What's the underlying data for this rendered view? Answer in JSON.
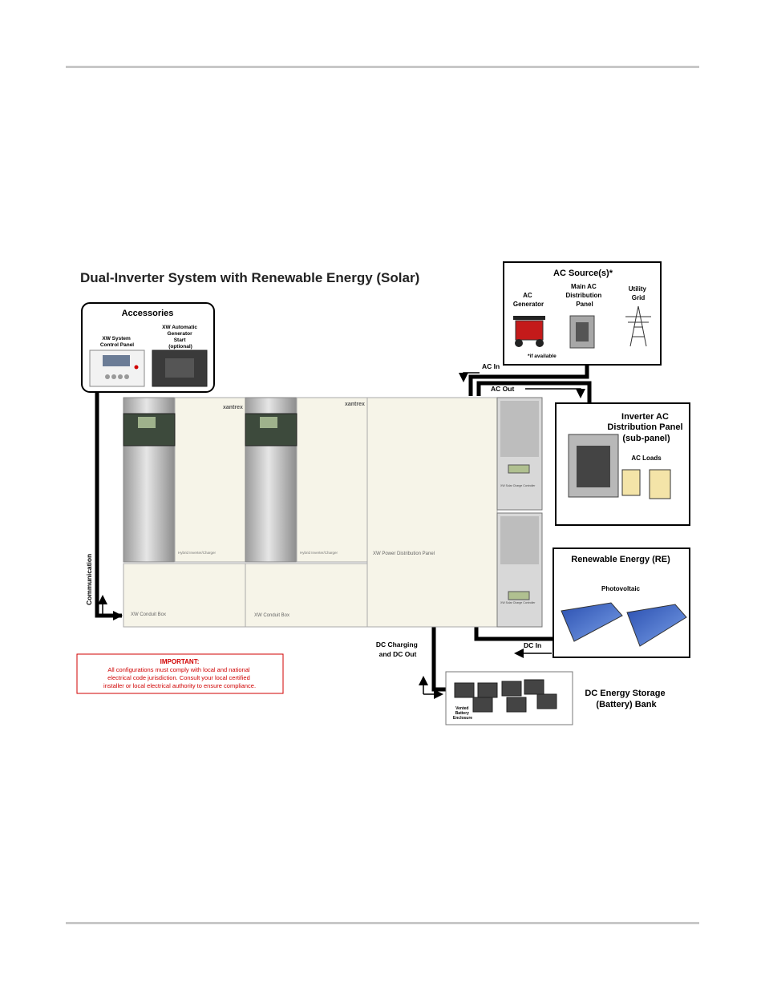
{
  "title": "Dual-Inverter System with Renewable Energy (Solar)",
  "accessories": {
    "heading": "Accessories",
    "scp_label": [
      "XW System",
      "Control Panel"
    ],
    "ags_label": [
      "XW Automatic",
      "Generator",
      "Start",
      "(optional)"
    ]
  },
  "ac_source": {
    "heading": "AC Source(s)*",
    "generator": [
      "AC",
      "Generator"
    ],
    "main_panel": [
      "Main AC",
      "Distribution",
      "Panel"
    ],
    "utility": [
      "Utility",
      "Grid"
    ],
    "footnote": "*if available"
  },
  "flows": {
    "ac_in": "AC In",
    "ac_out": "AC Out",
    "dc_in": "DC In",
    "dc_charging": [
      "DC Charging",
      "and DC Out"
    ],
    "communication": "Communication"
  },
  "devices": {
    "brand": "xantrex",
    "inverter_label": "Hybrid Inverter/Charger",
    "conduit_label": "XW Conduit Box",
    "pdp_label": "XW Power Distribution Panel",
    "charge_controller_label": "XW Solar Charge Controller"
  },
  "inverter_ac_panel": {
    "heading": [
      "Inverter AC",
      "Distribution Panel",
      "(sub-panel)"
    ],
    "loads": "AC Loads"
  },
  "renewable": {
    "heading": "Renewable Energy (RE)",
    "pv": "Photovoltaic"
  },
  "battery": {
    "heading": [
      "DC Energy Storage",
      "(Battery) Bank"
    ],
    "enclosure": [
      "Vented",
      "Battery",
      "Enclosure"
    ]
  },
  "important": {
    "heading": "IMPORTANT:",
    "lines": [
      "All configurations must comply with local and national",
      "electrical code jurisdiction.  Consult your local certified",
      "installer or local electrical authority to ensure compliance."
    ]
  },
  "colors": {
    "red": "#d00000",
    "panel_cream": "#f6f4e8",
    "gray": "#c8c8c8"
  }
}
